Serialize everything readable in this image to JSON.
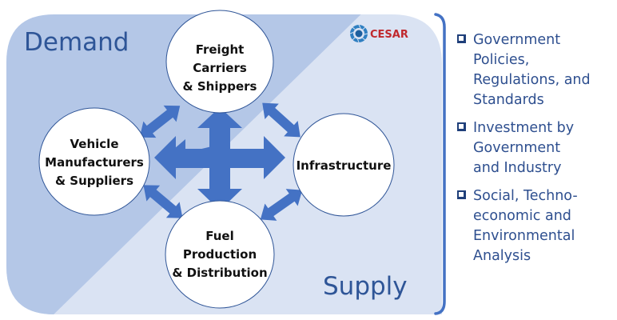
{
  "diagram": {
    "regions": {
      "demand": "Demand",
      "supply": "Supply"
    },
    "logo": {
      "icon": "turbine-logo-icon",
      "text": "CESAR"
    },
    "nodes": {
      "freight": [
        "Freight",
        "Carriers",
        "&  Shippers"
      ],
      "vehicle": [
        "Vehicle",
        "Manufacturers",
        "& Suppliers"
      ],
      "infrastructure": [
        "Infrastructure"
      ],
      "fuel": [
        "Fuel",
        "Production",
        "& Distribution"
      ]
    },
    "arrows": [
      {
        "from": "vehicle",
        "to": "freight",
        "type": "double-arrow"
      },
      {
        "from": "freight",
        "to": "infrastructure",
        "type": "double-arrow"
      },
      {
        "from": "vehicle",
        "to": "fuel",
        "type": "double-arrow"
      },
      {
        "from": "fuel",
        "to": "infrastructure",
        "type": "double-arrow"
      },
      {
        "from": "center",
        "to": "all",
        "type": "four-way-arrow"
      }
    ],
    "colors": {
      "demand_fill": "#b4c7e7",
      "supply_fill": "#dae3f3",
      "arrow": "#4472c4",
      "circle_stroke": "#2f5597",
      "brace": "#4472c4",
      "text_blue": "#2e5597"
    }
  },
  "factors": [
    {
      "icon": "checkbox-icon",
      "lines": [
        "Government",
        "Policies,",
        "Regulations, and",
        "Standards"
      ]
    },
    {
      "icon": "checkbox-icon",
      "lines": [
        "Investment by",
        "Government",
        "and Industry"
      ]
    },
    {
      "icon": "checkbox-icon",
      "lines": [
        "Social, Techno-",
        "economic and",
        "Environmental",
        "Analysis"
      ]
    }
  ]
}
